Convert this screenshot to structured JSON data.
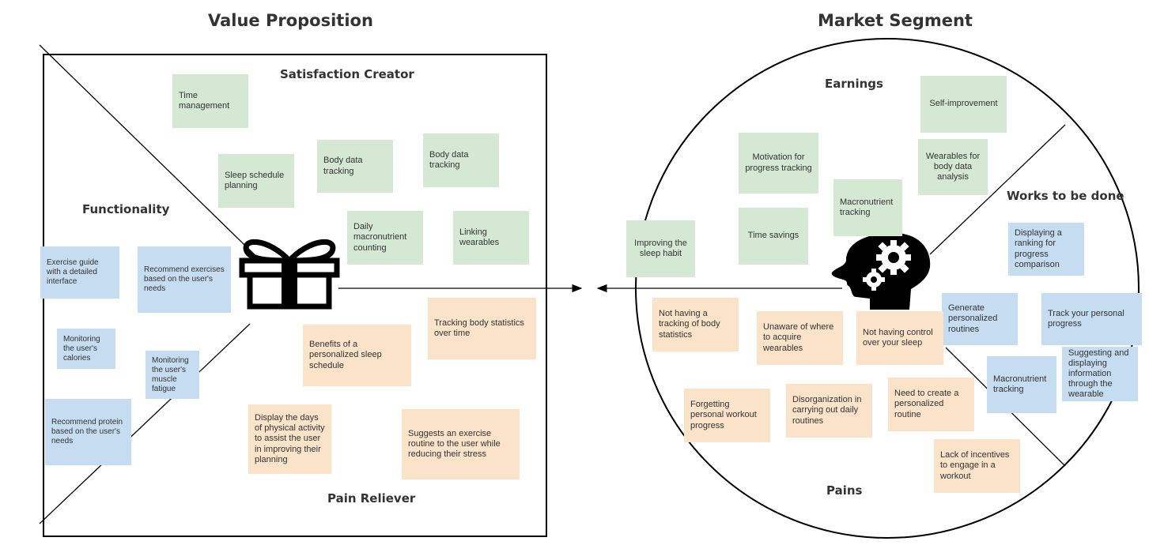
{
  "titles": {
    "value_proposition": "Value Proposition",
    "market_segment": "Market Segment"
  },
  "sections": {
    "satisfaction_creator": "Satisfaction Creator",
    "functionality": "Functionality",
    "pain_reliever": "Pain Reliever",
    "earnings": "Earnings",
    "works_to_be_done": "Works to be done",
    "pains": "Pains"
  },
  "icons": {
    "left": "gift-icon",
    "right": "head-gears-icon",
    "connector": "double-arrow"
  },
  "colors": {
    "green_note": "#d5e8d4",
    "blue_note": "#c6dcf0",
    "orange_note": "#fbe3c9",
    "text": "#333333"
  },
  "notes": {
    "satisfaction": [
      "Time management",
      "Sleep schedule planning",
      "Body data tracking",
      "Body data tracking",
      "Daily macronutrient counting",
      "Linking wearables"
    ],
    "functionality": [
      "Exercise guide with a detailed interface",
      "Recommend exercises based on the user's needs",
      "Monitoring the user's calories",
      "Monitoring the user's muscle fatigue",
      "Recommend protein based on the user's needs"
    ],
    "pain_reliever": [
      "Tracking body statistics over time",
      "Benefits of a personalized sleep schedule",
      "Display the days of physical activity to assist the user in improving their planning",
      "Suggests an exercise routine to the user while reducing their stress"
    ],
    "earnings": [
      "Self-improvement",
      "Motivation for progress tracking",
      "Wearables for body data analysis",
      "Macronutrient tracking",
      "Improving the sleep habit",
      "Time savings"
    ],
    "works": [
      "Displaying a ranking for progress comparison",
      "Generate personalized routines",
      "Track your personal progress",
      "Suggesting and displaying information through the wearable",
      "Macronutrient tracking"
    ],
    "pains": [
      "Not having a tracking of body statistics",
      "Unaware of where to acquire wearables",
      "Not having control over your sleep",
      "Forgetting personal workout progress",
      "Disorganization in carrying out daily routines",
      "Need to create a personalized routine",
      "Lack of incentives to engage in a workout"
    ]
  }
}
